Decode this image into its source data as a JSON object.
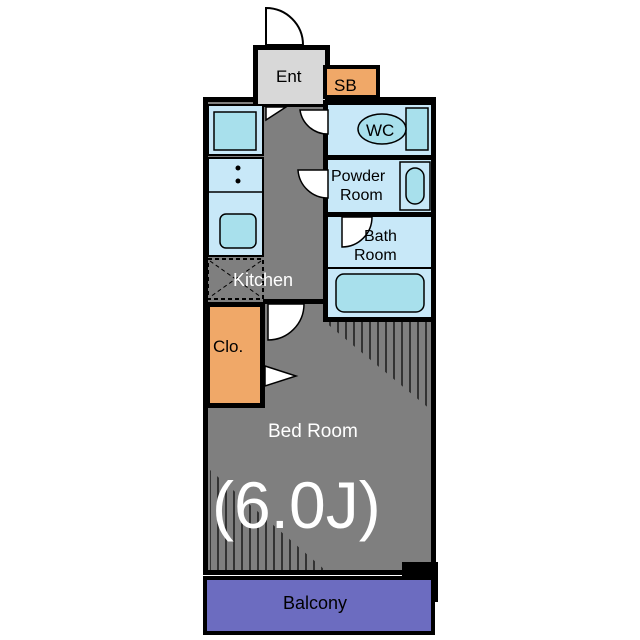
{
  "labels": {
    "entrance": "Ent",
    "shoe_box": "SB",
    "wc": "WC",
    "powder_room_line1": "Powder",
    "powder_room_line2": "Room",
    "bath_line1": "Bath",
    "bath_line2": "Room",
    "kitchen": "Kitchen",
    "closet": "Clo.",
    "bedroom": "Bed Room",
    "bedroom_size": "(6.0J)",
    "balcony": "Balcony"
  },
  "colors": {
    "wall": "#000000",
    "floor": "#7f7f7f",
    "wet_area": "#c8e8f8",
    "fixture": "#a8e0ec",
    "closet": "#f0a868",
    "shoe_box": "#f0a868",
    "balcony": "#6c6cc0",
    "entrance": "#d8d8d8"
  }
}
